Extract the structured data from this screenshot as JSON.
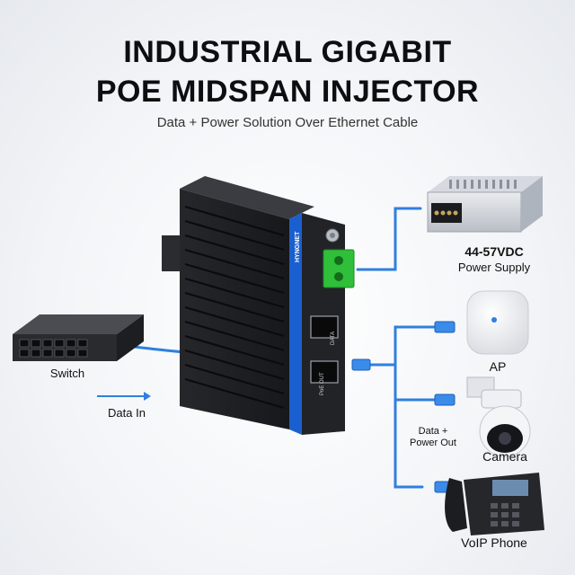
{
  "header": {
    "title_line1": "INDUSTRIAL GIGABIT",
    "title_line2": "POE MIDSPAN INJECTOR",
    "subtitle": "Data + Power Solution Over Ethernet Cable"
  },
  "device": {
    "brand": "HYNGNET",
    "port_data": "DATA",
    "port_poe": "PoE OUT"
  },
  "labels": {
    "switch": "Switch",
    "data_in": "Data In",
    "power_voltage": "44-57VDC",
    "power_supply": "Power Supply",
    "ap": "AP",
    "camera": "Camera",
    "data_power_out_1": "Data +",
    "data_power_out_2": "Power Out",
    "voip_phone": "VoIP Phone"
  },
  "colors": {
    "cable_blue": "#2f7fe0",
    "device_black": "#1c1d20",
    "terminal_green": "#2fbf3a",
    "brand_blue": "#1a5fd0"
  },
  "icons": [
    "switch-icon",
    "power-supply-icon",
    "access-point-icon",
    "camera-icon",
    "phone-icon",
    "rj45-connector-icon",
    "arrow-right-icon"
  ]
}
